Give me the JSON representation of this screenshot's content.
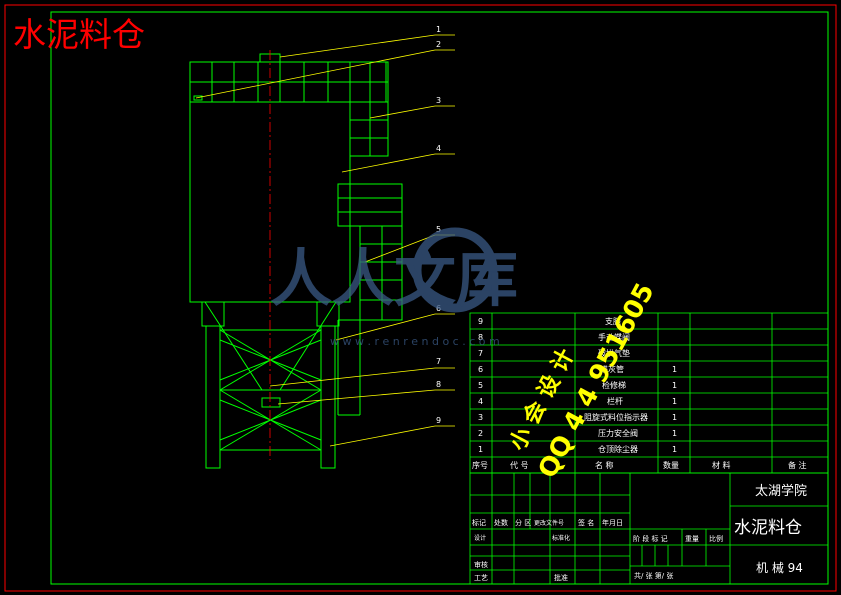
{
  "drawing_title": "水泥料仓",
  "leader_numbers": [
    "1",
    "2",
    "3",
    "4",
    "5",
    "6",
    "7",
    "8",
    "9"
  ],
  "parts_list": {
    "rows": [
      {
        "no": "9",
        "name": "支腿",
        "qty": ""
      },
      {
        "no": "8",
        "name": "手动蝶阀",
        "qty": ""
      },
      {
        "no": "7",
        "name": "破拱气垫",
        "qty": ""
      },
      {
        "no": "6",
        "name": "进灰管",
        "qty": "1"
      },
      {
        "no": "5",
        "name": "检修梯",
        "qty": "1"
      },
      {
        "no": "4",
        "name": "栏杆",
        "qty": "1"
      },
      {
        "no": "3",
        "name": "阻旋式料位指示器",
        "qty": "1"
      },
      {
        "no": "2",
        "name": "压力安全阀",
        "qty": "1"
      },
      {
        "no": "1",
        "name": "仓顶除尘器",
        "qty": "1"
      }
    ],
    "header": {
      "no": "序号",
      "code": "代  号",
      "name": "名    称",
      "qty": "数量",
      "material": "材    料",
      "remark": "备  注"
    }
  },
  "title_block": {
    "school": "太湖学院",
    "drawing_name": "水泥料仓",
    "class_code": "机 械 94",
    "rev_headers": [
      "标记",
      "处数",
      "分 区",
      "更改文件号",
      "签 名",
      "年月日"
    ],
    "role_design": "设计",
    "role_standard": "标准化",
    "role_check": "审核",
    "role_process": "工艺",
    "role_approve": "批准",
    "stage_headers": [
      "阶 段 标 记",
      "重量",
      "比例"
    ],
    "sheet_info": "共/ 张    第/ 张"
  },
  "watermarks": {
    "text_cn": "人人文库",
    "text_url": "w w w . r e n r e n d o c . c o m",
    "qq": "QQ 4 4 951605",
    "design": "小 会 设 计"
  },
  "colors": {
    "green": "#00ff00",
    "red": "#ff0000",
    "yellow": "#ffff00",
    "white": "#ffffff",
    "watermark": "#3a5a86"
  }
}
